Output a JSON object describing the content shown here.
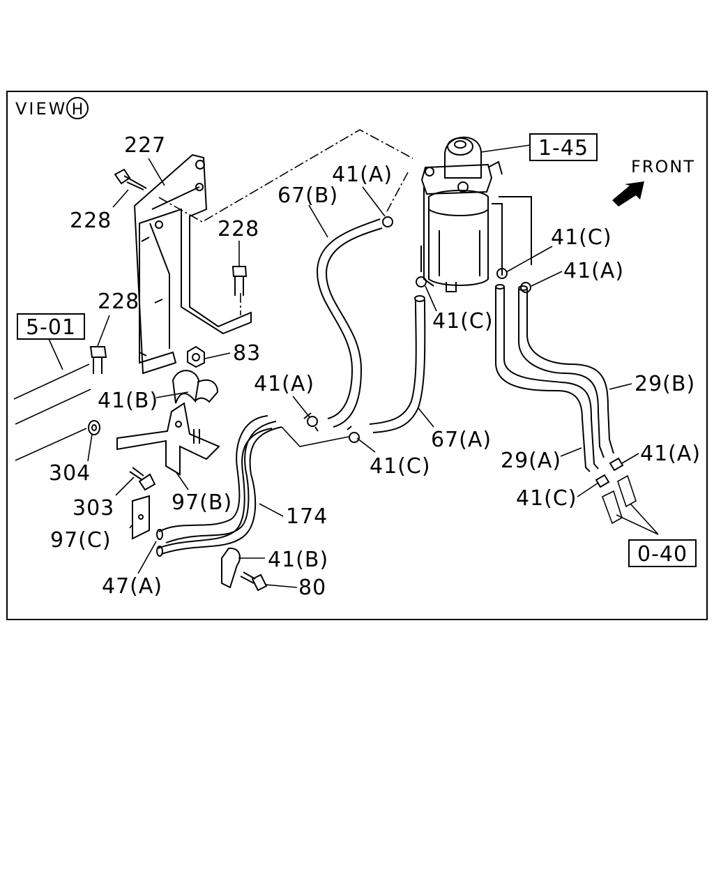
{
  "view_label": "VIEW",
  "view_marker": "H",
  "front_label": "FRONT",
  "colors": {
    "line": "#000000",
    "background": "#ffffff"
  },
  "boxed_refs": [
    "1-45",
    "5-01",
    "0-40"
  ],
  "callouts": [
    "227",
    "228",
    "228",
    "228",
    "83",
    "41(B)",
    "304",
    "303",
    "97(B)",
    "97(C)",
    "47(A)",
    "174",
    "41(B)",
    "80",
    "67(B)",
    "41(A)",
    "41(A)",
    "41(C)",
    "67(A)",
    "41(C)",
    "41(C)",
    "41(A)",
    "29(B)",
    "29(A)",
    "41(A)",
    "41(C)"
  ]
}
